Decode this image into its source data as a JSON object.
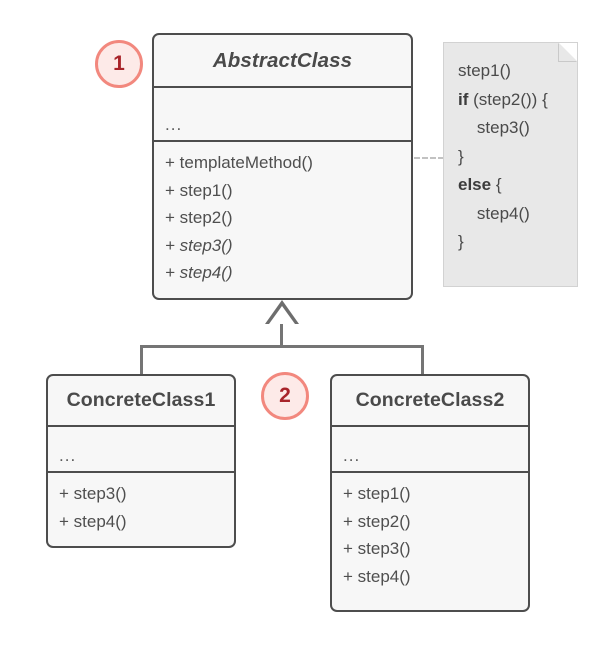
{
  "diagram": {
    "type": "uml-class-diagram",
    "pattern": "Template Method",
    "background_color": "#ffffff"
  },
  "colors": {
    "class_fill": "#f7f7f7",
    "class_border": "#4d4d4d",
    "text": "#4a4a4a",
    "note_fill": "#e8e8e8",
    "note_border": "#d2d2d2",
    "connector": "#757575",
    "dashed_link": "#c2c2c2",
    "badge_fill": "#fdeae8",
    "badge_border": "#f2887e",
    "badge_text": "#a8242a"
  },
  "classes": [
    {
      "id": "abstract-class",
      "name": "AbstractClass",
      "stereotype": "abstract",
      "attributes_placeholder": "...",
      "operations": [
        {
          "text": "+ templateMethod()",
          "abstract": false
        },
        {
          "text": "+ step1()",
          "abstract": false
        },
        {
          "text": "+ step2()",
          "abstract": false
        },
        {
          "text": "+ step3()",
          "abstract": true
        },
        {
          "text": "+ step4()",
          "abstract": true
        }
      ]
    },
    {
      "id": "concrete-class-1",
      "name": "ConcreteClass1",
      "stereotype": "concrete",
      "attributes_placeholder": "...",
      "operations": [
        {
          "text": "+ step3()",
          "abstract": false
        },
        {
          "text": "+ step4()",
          "abstract": false
        }
      ]
    },
    {
      "id": "concrete-class-2",
      "name": "ConcreteClass2",
      "stereotype": "concrete",
      "attributes_placeholder": "...",
      "operations": [
        {
          "text": "+ step1()",
          "abstract": false
        },
        {
          "text": "+ step2()",
          "abstract": false
        },
        {
          "text": "+ step3()",
          "abstract": false
        },
        {
          "text": "+ step4()",
          "abstract": false
        }
      ]
    }
  ],
  "note": {
    "id": "template-method-note",
    "attached_to": "abstract-class",
    "link_style": "dashed",
    "lines": [
      {
        "pre": "",
        "keyword": "",
        "post": "step1()"
      },
      {
        "pre": "",
        "keyword": "if",
        "post": " (step2()) {"
      },
      {
        "pre": "",
        "keyword": "",
        "post": "    step3()"
      },
      {
        "pre": "",
        "keyword": "",
        "post": "}"
      },
      {
        "pre": "",
        "keyword": "else",
        "post": " {"
      },
      {
        "pre": "",
        "keyword": "",
        "post": "    step4()"
      },
      {
        "pre": "",
        "keyword": "",
        "post": "}"
      }
    ]
  },
  "badges": [
    {
      "id": "badge-1",
      "label": "1",
      "marks": "abstract-class"
    },
    {
      "id": "badge-2",
      "label": "2",
      "marks": "concrete-classes"
    }
  ],
  "relationships": [
    {
      "type": "generalization",
      "from": "concrete-class-1",
      "to": "abstract-class"
    },
    {
      "type": "generalization",
      "from": "concrete-class-2",
      "to": "abstract-class"
    }
  ]
}
